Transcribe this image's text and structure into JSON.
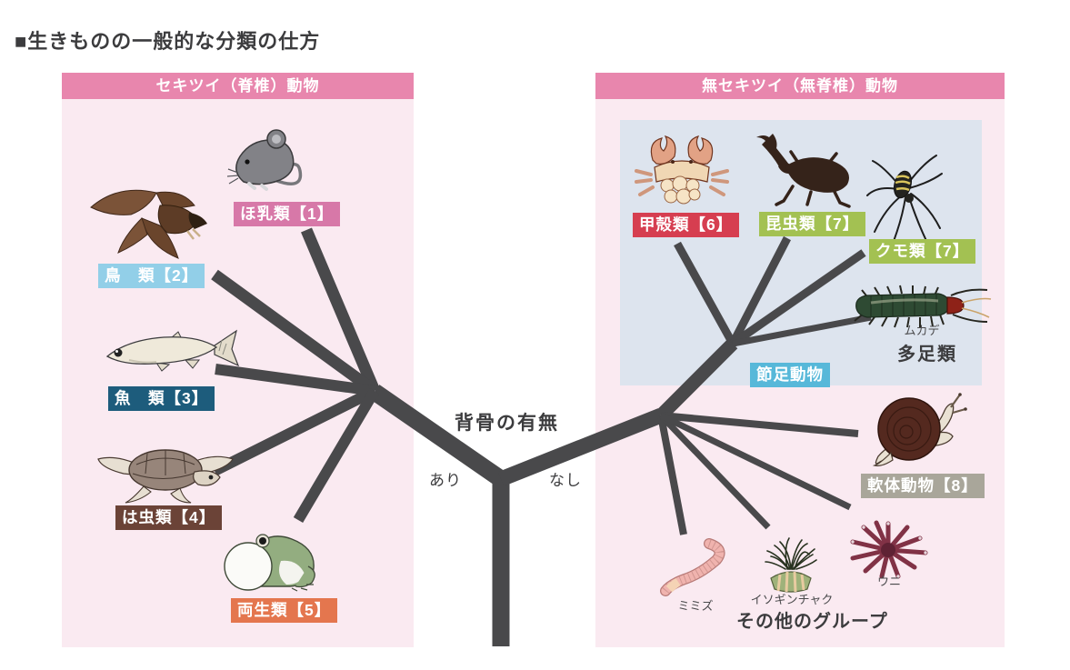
{
  "title": "■生きものの一般的な分類の仕方",
  "center": {
    "question": "背骨の有無",
    "left_answer": "あり",
    "right_answer": "なし"
  },
  "colors": {
    "panel_bg": "#faeaf1",
    "panel_header_bg": "#e886ad",
    "arthropod_box_bg": "#dde4ee",
    "tree": "#49494b",
    "mammal": "#d778a8",
    "bird": "#92cfe8",
    "fish": "#1d5c7c",
    "reptile": "#6b4337",
    "amphibian": "#e4764e",
    "crustacean": "#d63e50",
    "insect": "#a3c152",
    "spider": "#a3c152",
    "arthropod_label": "#57b8d9",
    "mollusk": "#a9a69a"
  },
  "vertebrates": {
    "header": "セキツイ（脊椎）動物",
    "mammal_label": "ほ乳類【1】",
    "bird_label": "鳥　類【2】",
    "fish_label": "魚　類【3】",
    "reptile_label": "は虫類【4】",
    "amphibian_label": "両生類【5】"
  },
  "invertebrates": {
    "header": "無セキツイ（無脊椎）動物",
    "arthropod_label": "節足動物",
    "crustacean_label": "甲殻類【6】",
    "insect_label": "昆虫類【7】",
    "spider_label": "クモ類【7】",
    "myriapod_label": "多足類",
    "myriapod_example": "ムカデ",
    "mollusk_label": "軟体動物【8】",
    "other_group_label": "その他のグループ",
    "other_examples": {
      "worm": "ミミズ",
      "anemone": "イソギンチャク",
      "urchin": "ウニ"
    }
  }
}
